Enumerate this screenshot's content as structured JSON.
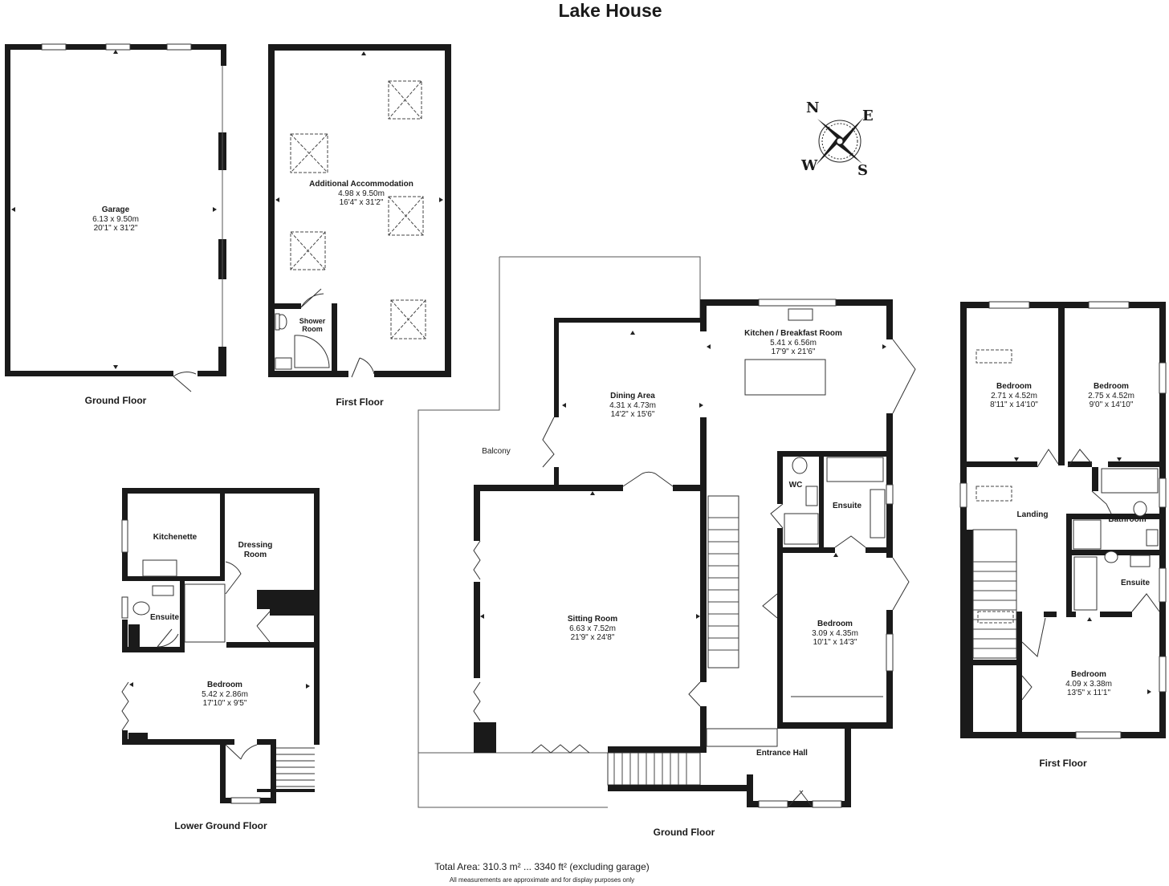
{
  "title": "Lake House",
  "floor_labels": {
    "garage_ground": "Ground Floor",
    "annex_first": "First Floor",
    "lower_ground": "Lower Ground Floor",
    "main_ground": "Ground Floor",
    "main_first": "First Floor"
  },
  "rooms": {
    "garage": {
      "name": "Garage",
      "metric": "6.13 x 9.50m",
      "imperial": "20'1\" x 31'2\""
    },
    "additional": {
      "name": "Additional Accommodation",
      "metric": "4.98 x 9.50m",
      "imperial": "16'4\" x 31'2\""
    },
    "shower": {
      "name": "Shower",
      "name2": "Room"
    },
    "kitchen": {
      "name": "Kitchen / Breakfast Room",
      "metric": "5.41 x 6.56m",
      "imperial": "17'9\" x 21'6\""
    },
    "dining": {
      "name": "Dining Area",
      "metric": "4.31 x 4.73m",
      "imperial": "14'2\" x 15'6\""
    },
    "balcony": {
      "name": "Balcony"
    },
    "sitting": {
      "name": "Sitting Room",
      "metric": "6.63 x 7.52m",
      "imperial": "21'9\" x 24'8\""
    },
    "wc": {
      "name": "WC"
    },
    "ensuite_ground": {
      "name": "Ensuite"
    },
    "bedroom_ground": {
      "name": "Bedroom",
      "metric": "3.09 x 4.35m",
      "imperial": "10'1\" x 14'3\""
    },
    "entrance": {
      "name": "Entrance Hall"
    },
    "kitchenette": {
      "name": "Kitchenette"
    },
    "dressing": {
      "name": "Dressing",
      "name2": "Room"
    },
    "ensuite_lower": {
      "name": "Ensuite"
    },
    "bedroom_lower": {
      "name": "Bedroom",
      "metric": "5.42 x 2.86m",
      "imperial": "17'10\" x 9'5\""
    },
    "bedroom_f1": {
      "name": "Bedroom",
      "metric": "2.71 x 4.52m",
      "imperial": "8'11\" x 14'10\""
    },
    "bedroom_f2": {
      "name": "Bedroom",
      "metric": "2.75 x 4.52m",
      "imperial": "9'0\" x 14'10\""
    },
    "landing": {
      "name": "Landing"
    },
    "bathroom": {
      "name": "Bathroom"
    },
    "ensuite_first": {
      "name": "Ensuite"
    },
    "bedroom_f3": {
      "name": "Bedroom",
      "metric": "4.09 x 3.38m",
      "imperial": "13'5\" x 11'1\""
    }
  },
  "compass": {
    "n": "N",
    "e": "E",
    "s": "S",
    "w": "W"
  },
  "footer": {
    "total": "Total Area: 310.3 m² ... 3340 ft² (excluding garage)",
    "disclaimer": "All measurements are approximate and for display purposes only"
  }
}
